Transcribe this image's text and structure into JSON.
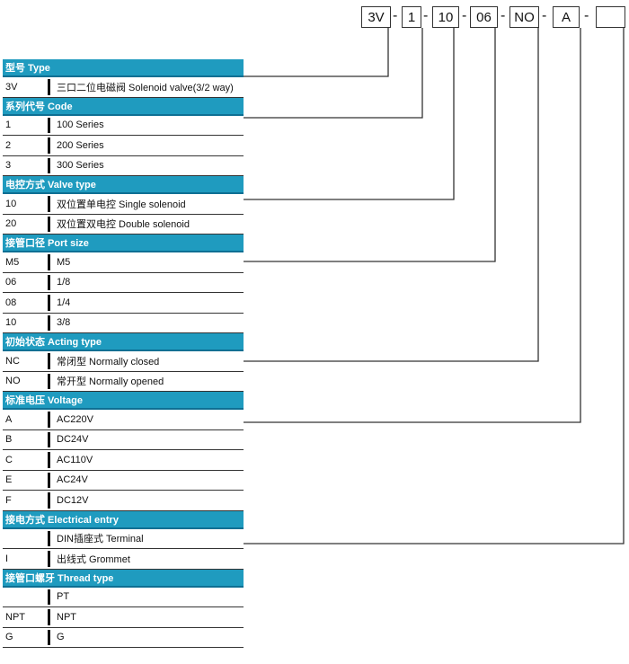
{
  "code": {
    "parts": [
      "3V",
      "1",
      "10",
      "06",
      "NO",
      "A",
      ""
    ],
    "separator": "-"
  },
  "sections": [
    {
      "title": "型号 Type",
      "rows": [
        {
          "code": "3V",
          "desc": "三口二位电磁阀 Solenoid valve(3/2 way)"
        }
      ]
    },
    {
      "title": "系列代号 Code",
      "rows": [
        {
          "code": "1",
          "desc": "100 Series"
        },
        {
          "code": "2",
          "desc": "200 Series"
        },
        {
          "code": "3",
          "desc": "300 Series"
        }
      ]
    },
    {
      "title": "电控方式 Valve type",
      "rows": [
        {
          "code": "10",
          "desc": "双位置单电控 Single solenoid"
        },
        {
          "code": "20",
          "desc": "双位置双电控 Double solenoid"
        }
      ]
    },
    {
      "title": "接管口径 Port size",
      "rows": [
        {
          "code": "M5",
          "desc": "M5"
        },
        {
          "code": "06",
          "desc": "1/8"
        },
        {
          "code": "08",
          "desc": "1/4"
        },
        {
          "code": "10",
          "desc": "3/8"
        }
      ]
    },
    {
      "title": "初始状态 Acting type",
      "rows": [
        {
          "code": "NC",
          "desc": "常闭型 Normally closed"
        },
        {
          "code": "NO",
          "desc": "常开型 Normally opened"
        }
      ]
    },
    {
      "title": "标准电压 Voltage",
      "rows": [
        {
          "code": "A",
          "desc": "AC220V"
        },
        {
          "code": "B",
          "desc": "DC24V"
        },
        {
          "code": "C",
          "desc": "AC110V"
        },
        {
          "code": "E",
          "desc": "AC24V"
        },
        {
          "code": "F",
          "desc": "DC12V"
        }
      ]
    },
    {
      "title": "接电方式 Electrical entry",
      "rows": [
        {
          "code": "",
          "desc": "DIN插座式 Terminal"
        },
        {
          "code": "I",
          "desc": "出线式 Grommet"
        }
      ]
    },
    {
      "title": "接管口螺牙 Thread type",
      "rows": [
        {
          "code": "",
          "desc": "PT"
        },
        {
          "code": "NPT",
          "desc": "NPT"
        },
        {
          "code": "G",
          "desc": "G"
        }
      ]
    }
  ]
}
